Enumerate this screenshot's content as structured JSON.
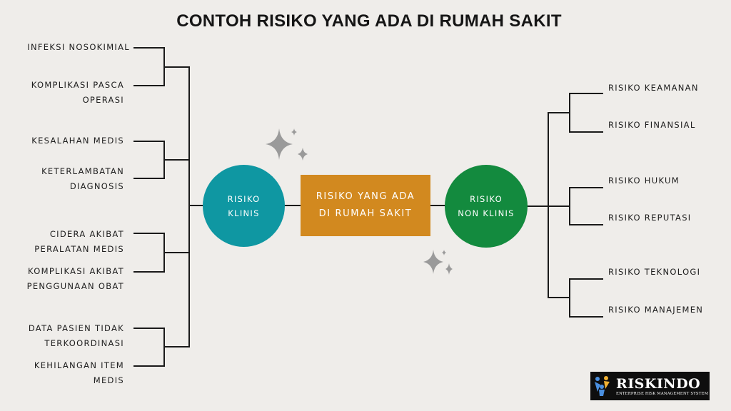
{
  "title": "CONTOH RISIKO YANG ADA DI RUMAH SAKIT",
  "center": {
    "line1": "RISIKO YANG ADA",
    "line2": "DI RUMAH SAKIT"
  },
  "klinis": {
    "line1": "RISIKO",
    "line2": "KLINIS"
  },
  "non_klinis": {
    "line1": "RISIKO",
    "line2": "NON KLINIS"
  },
  "left_items": [
    {
      "line1": "INFEKSI NOSOKIMIAL",
      "line2": ""
    },
    {
      "line1": "KOMPLIKASI PASCA",
      "line2": "OPERASI"
    },
    {
      "line1": "KESALAHAN MEDIS",
      "line2": ""
    },
    {
      "line1": "KETERLAMBATAN",
      "line2": "DIAGNOSIS"
    },
    {
      "line1": "CIDERA AKIBAT",
      "line2": "PERALATAN MEDIS"
    },
    {
      "line1": "KOMPLIKASI AKIBAT",
      "line2": "PENGGUNAAN OBAT"
    },
    {
      "line1": "DATA PASIEN TIDAK",
      "line2": "TERKOORDINASI"
    },
    {
      "line1": "KEHILANGAN ITEM",
      "line2": "MEDIS"
    }
  ],
  "right_items": [
    "RISIKO KEAMANAN",
    "RISIKO FINANSIAL",
    "RISIKO HUKUM",
    "RISIKO REPUTASI",
    "RISIKO TEKNOLOGI",
    "RISIKO MANAJEMEN"
  ],
  "logo": {
    "name": "RISKINDO",
    "tagline": "ENTERPRISE RISK MANAGEMENT SYSTEM"
  },
  "colors": {
    "background": "#efedea",
    "klinis": "#0f97a2",
    "non_klinis": "#138a3e",
    "center": "#d2891f",
    "lines": "#1a1a1a",
    "sparkle": "#9a9a9a"
  }
}
